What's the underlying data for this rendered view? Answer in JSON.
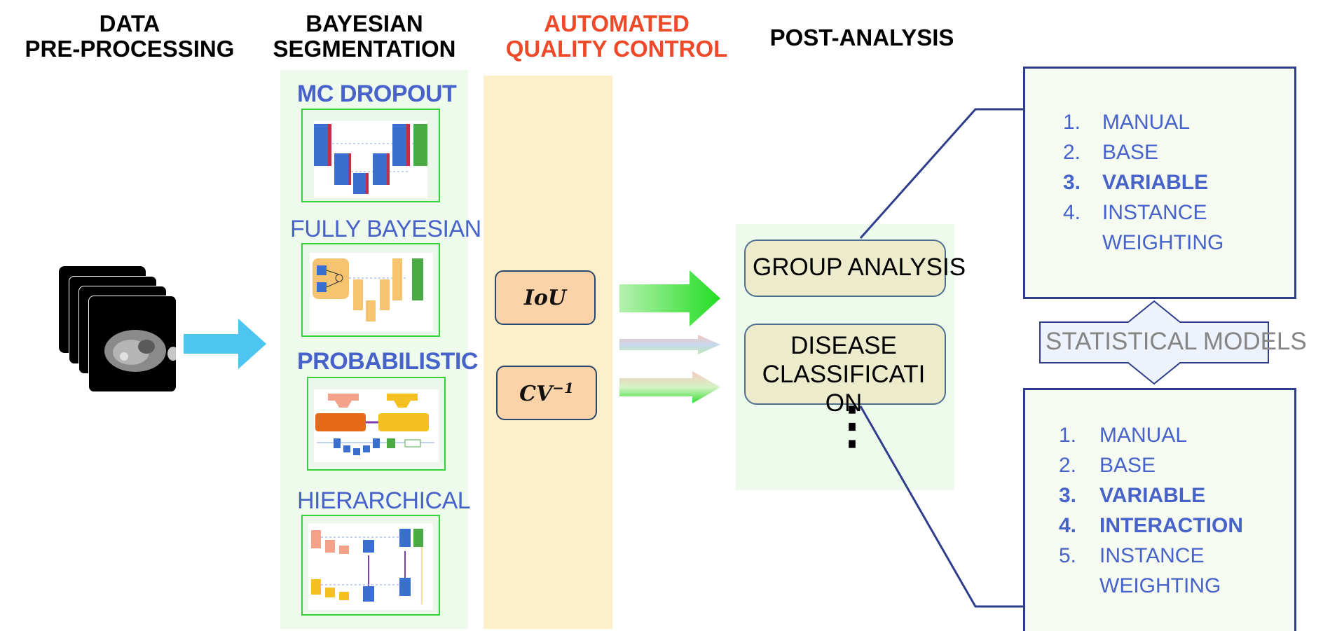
{
  "headers": {
    "preprocessing": [
      "DATA",
      "PRE-PROCESSING"
    ],
    "segmentation": [
      "BAYESIAN",
      "SEGMENTATION"
    ],
    "qc": [
      "AUTOMATED",
      "QUALITY CONTROL"
    ],
    "post": "POST-ANALYSIS"
  },
  "models": [
    {
      "title": "MC DROPOUT"
    },
    {
      "title": "FULLY BAYESIAN"
    },
    {
      "title": "PROBABILISTIC"
    },
    {
      "title": "HIERARCHICAL"
    }
  ],
  "qc_metrics": {
    "iou": "IoU",
    "cv_base": "CV",
    "cv_exp": "−1"
  },
  "post_analysis": {
    "group": "GROUP ANALYSIS",
    "disease": [
      "DISEASE",
      "CLASSIFICATI",
      "ON"
    ],
    "ellipsis": "⋮"
  },
  "statistical_models": "STATISTICAL MODELS",
  "group_list": [
    {
      "num": "1.",
      "text": "MANUAL",
      "bold": false
    },
    {
      "num": "2.",
      "text": "BASE",
      "bold": false
    },
    {
      "num": "3.",
      "text": "VARIABLE",
      "bold": true
    },
    {
      "num": "4.",
      "text": "INSTANCE",
      "bold": false
    },
    {
      "num": "",
      "text": "WEIGHTING",
      "bold": false
    }
  ],
  "disease_list": [
    {
      "num": "1.",
      "text": "MANUAL",
      "bold": false
    },
    {
      "num": "2.",
      "text": "BASE",
      "bold": false
    },
    {
      "num": "3.",
      "text": "VARIABLE",
      "bold": true
    },
    {
      "num": "4.",
      "text": "INTERACTION",
      "bold": true
    },
    {
      "num": "5.",
      "text": "INSTANCE",
      "bold": false
    },
    {
      "num": "",
      "text": "WEIGHTING",
      "bold": false
    }
  ],
  "colors": {
    "header_red": "#ee4a2a",
    "model_blue": "#4762c8",
    "arrow_blue": "#4cc6f0",
    "arrow_green": "#33dd33",
    "thumb_border": "#35d335",
    "connector": "#2e3d8c"
  }
}
